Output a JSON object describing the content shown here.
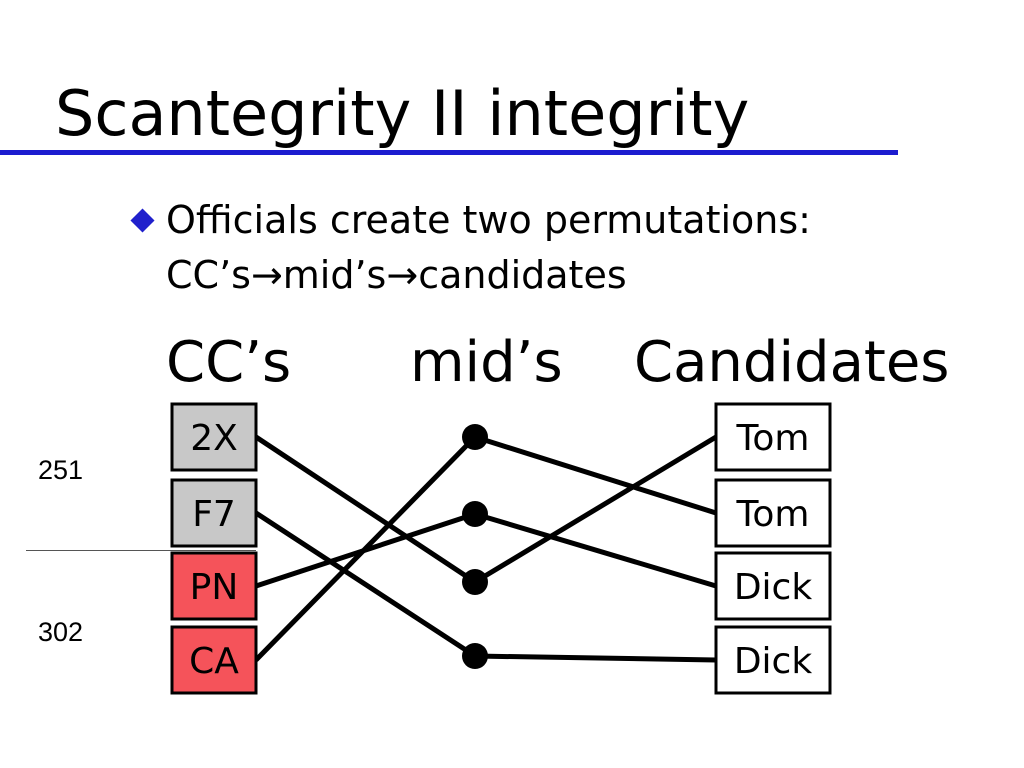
{
  "slide": {
    "title": "Scantegrity II integrity",
    "bullet_line1": "Officials create two permutations:",
    "bullet_line2": "CC’s→mid’s→candidates"
  },
  "headings": {
    "ccs": "CC’s",
    "mids": "mid’s",
    "candidates": "Candidates"
  },
  "ballot_labels": [
    "251",
    "302"
  ],
  "colors": {
    "accent_rule": "#1c1ccf",
    "cc_gray": "#c8c8c8",
    "cc_red": "#f5535a"
  },
  "diagram": {
    "ccs": [
      {
        "label": "2X",
        "fill": "gray"
      },
      {
        "label": "F7",
        "fill": "gray"
      },
      {
        "label": "PN",
        "fill": "red"
      },
      {
        "label": "CA",
        "fill": "red"
      }
    ],
    "candidates": [
      "Tom",
      "Tom",
      "Dick",
      "Dick"
    ],
    "cc_to_mid": [
      2,
      3,
      1,
      0
    ],
    "mid_to_candidate": [
      1,
      2,
      0,
      3
    ]
  }
}
